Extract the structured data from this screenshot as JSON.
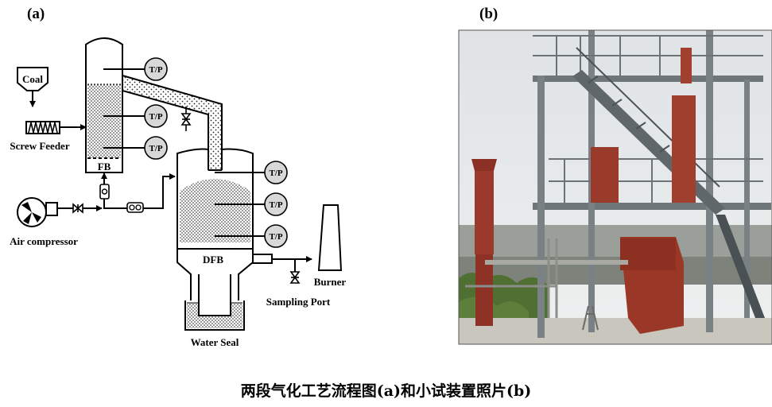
{
  "panel_a": {
    "label": "(a)",
    "coal": "Coal",
    "screw_feeder": "Screw Feeder",
    "air_compressor": "Air compressor",
    "fb": "FB",
    "dfb": "DFB",
    "tp": "T/P",
    "burner": "Burner",
    "sampling_port": "Sampling Port",
    "water_seal": "Water Seal"
  },
  "panel_b": {
    "label": "(b)"
  },
  "caption": "两段气化工艺流程图(a)和小试装置照片(b)"
}
